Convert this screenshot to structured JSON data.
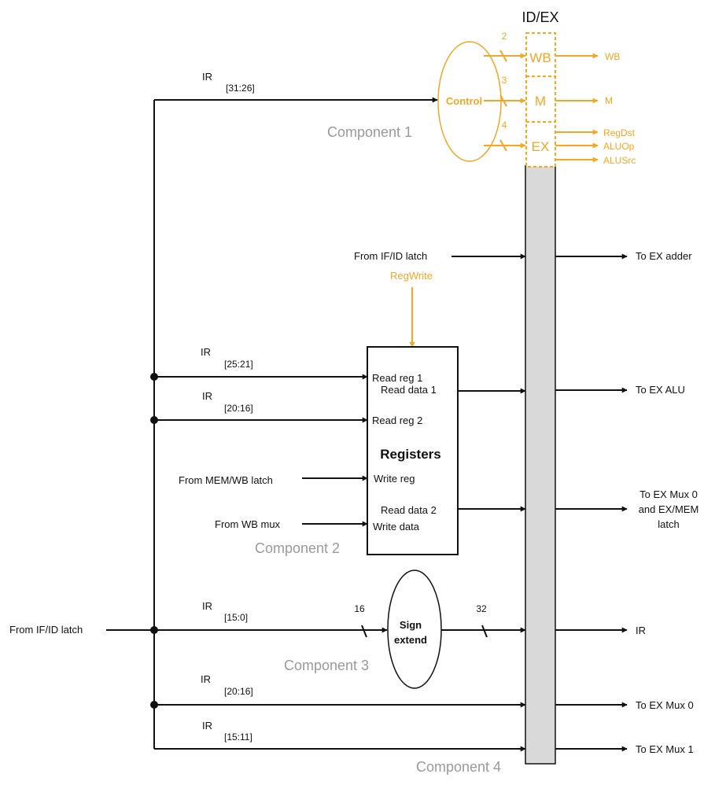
{
  "latch": {
    "title": "ID/EX",
    "wb": "WB",
    "m": "M",
    "ex": "EX"
  },
  "control": {
    "label": "Control",
    "bits_wb": "2",
    "bits_m": "3",
    "bits_ex": "4",
    "out_wb": "WB",
    "out_m": "M",
    "out_regdst": "RegDst",
    "out_aluop": "ALUOp",
    "out_alusrc": "ALUSrc"
  },
  "components": {
    "c1": "Component 1",
    "c2": "Component 2",
    "c3": "Component 3",
    "c4": "Component 4"
  },
  "ir": {
    "label": "IR",
    "f1": "[31:26]",
    "f2": "[25:21]",
    "f3": "[20:16]",
    "f4": "[15:0]",
    "f5": "[20:16]",
    "f6": "[15:11]"
  },
  "inputs": {
    "ifid_top": "From IF/ID latch",
    "regwrite": "RegWrite",
    "memwb": "From MEM/WB latch",
    "wbmux": "From WB mux",
    "ifid_left": "From IF/ID latch"
  },
  "registers": {
    "title": "Registers",
    "read_reg1": "Read reg 1",
    "read_data1": "Read data 1",
    "read_reg2": "Read reg 2",
    "write_reg": "Write reg",
    "read_data2": "Read data 2",
    "write_data": "Write data"
  },
  "sign_extend": {
    "line1": "Sign",
    "line2": "extend",
    "in_bits": "16",
    "out_bits": "32"
  },
  "outputs": {
    "ex_adder": "To EX adder",
    "ex_alu": "To EX ALU",
    "mux0_l1": "To EX Mux 0",
    "mux0_l2": "and EX/MEM",
    "mux0_l3": "latch",
    "ir": "IR",
    "ex_mux0": "To EX Mux 0",
    "ex_mux1": "To EX Mux 1"
  }
}
